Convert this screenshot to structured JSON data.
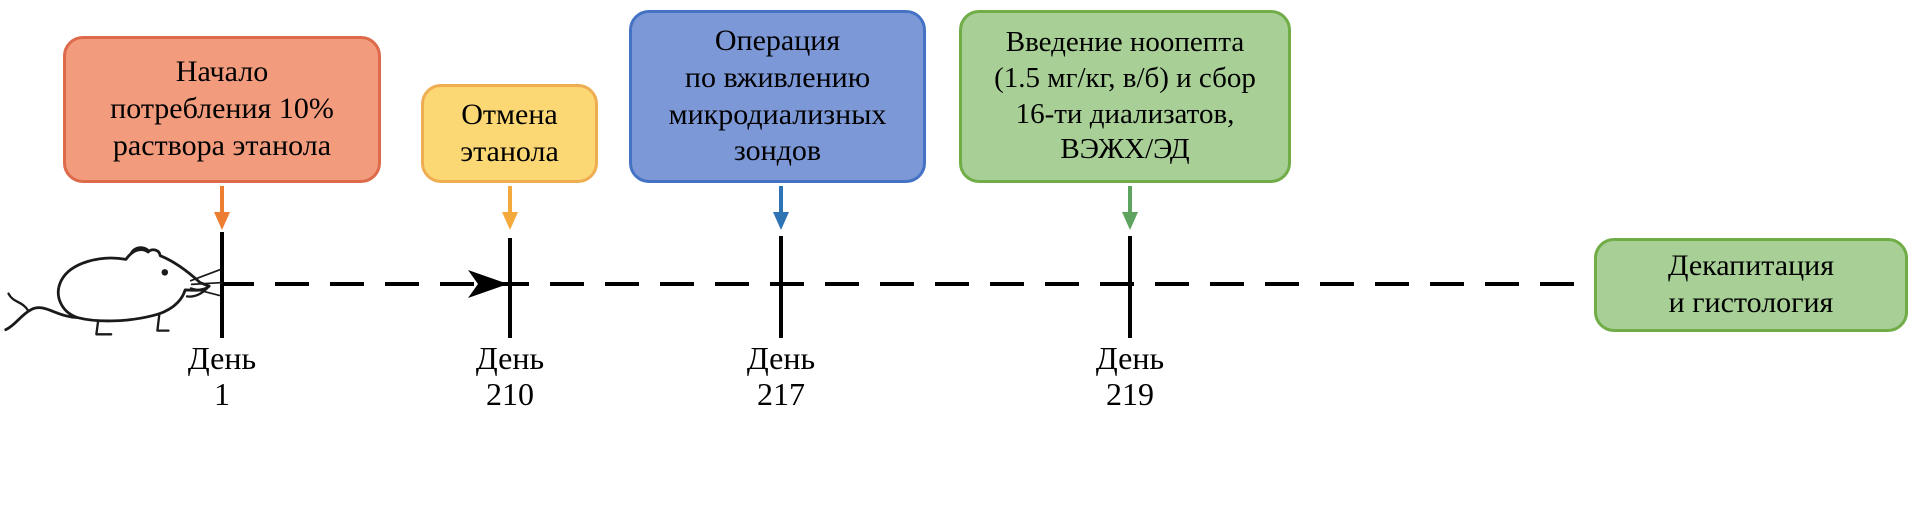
{
  "boxes": {
    "ethanol_start": {
      "lines": [
        "Начало",
        "потребления 10%",
        "раствора этанола"
      ]
    },
    "ethanol_withdrawal": {
      "lines": [
        "Отмена",
        "этанола"
      ]
    },
    "implant_surgery": {
      "lines": [
        "Операция",
        "по вживлению",
        "микродиализных",
        "зондов"
      ]
    },
    "noopept_dialysis": {
      "lines": [
        "Введение ноопепта",
        "(1.5 мг/кг, в/б) и сбор",
        "16-ти диализатов,",
        "ВЭЖХ/ЭД"
      ]
    },
    "decapitation": {
      "lines": [
        "Декапитация",
        "и гистология"
      ]
    }
  },
  "days": [
    {
      "label": "День",
      "number": "1"
    },
    {
      "label": "День",
      "number": "210"
    },
    {
      "label": "День",
      "number": "217"
    },
    {
      "label": "День",
      "number": "219"
    }
  ],
  "icons": {
    "rat": "rat-icon"
  },
  "colors": {
    "orange_fill": "#F29B7D",
    "orange_border": "#DE6A4C",
    "orange_arrow": "#ED7D31",
    "yellow_fill": "#FCD875",
    "yellow_border": "#EFAD52",
    "yellow_arrow": "#F4A93C",
    "blue_fill": "#7D98D6",
    "blue_border": "#4472C4",
    "blue_arrow": "#2E74B5",
    "green_fill": "#A7CF96",
    "green_border": "#70AD47",
    "green_arrow": "#5EA45E",
    "line_color": "#000000",
    "text_color": "#000000"
  }
}
